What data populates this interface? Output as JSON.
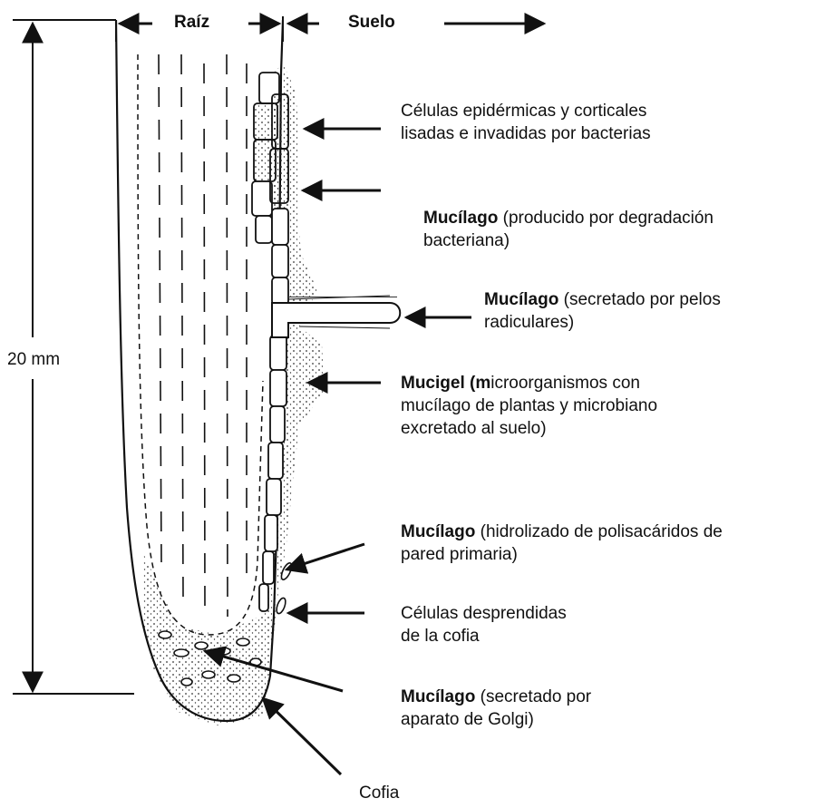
{
  "header": {
    "root_label": "Raíz",
    "soil_label": "Suelo"
  },
  "scale_label": "20 mm",
  "labels": {
    "epidermal": {
      "line1": "Células epidérmicas y corticales",
      "line2": "lisadas e invadidas por bacterias"
    },
    "mucilage_bacterial": {
      "bold": "Mucílago",
      "rest": " (producido por degradación",
      "line2": "bacteriana)"
    },
    "mucilage_hairs": {
      "bold": "Mucílago",
      "rest": " (secretado por pelos",
      "line2": "radiculares)"
    },
    "mucigel": {
      "bold": "Mucigel (m",
      "rest": "icroorganismos con",
      "line2": "mucílago de plantas y microbiano",
      "line3": "excretado al suelo)"
    },
    "mucilage_hydrolysate": {
      "bold": "Mucílago",
      "rest": " (hidrolizado de polisacáridos de",
      "line2": "pared primaria)"
    },
    "sloughed_cells": {
      "line1": "Células desprendidas",
      "line2": "de la cofia"
    },
    "mucilage_golgi": {
      "bold": "Mucílago",
      "rest": " (secretado por",
      "line2": "aparato de Golgi)"
    },
    "root_cap": "Cofia"
  },
  "colors": {
    "ink": "#111111",
    "background": "#ffffff"
  }
}
